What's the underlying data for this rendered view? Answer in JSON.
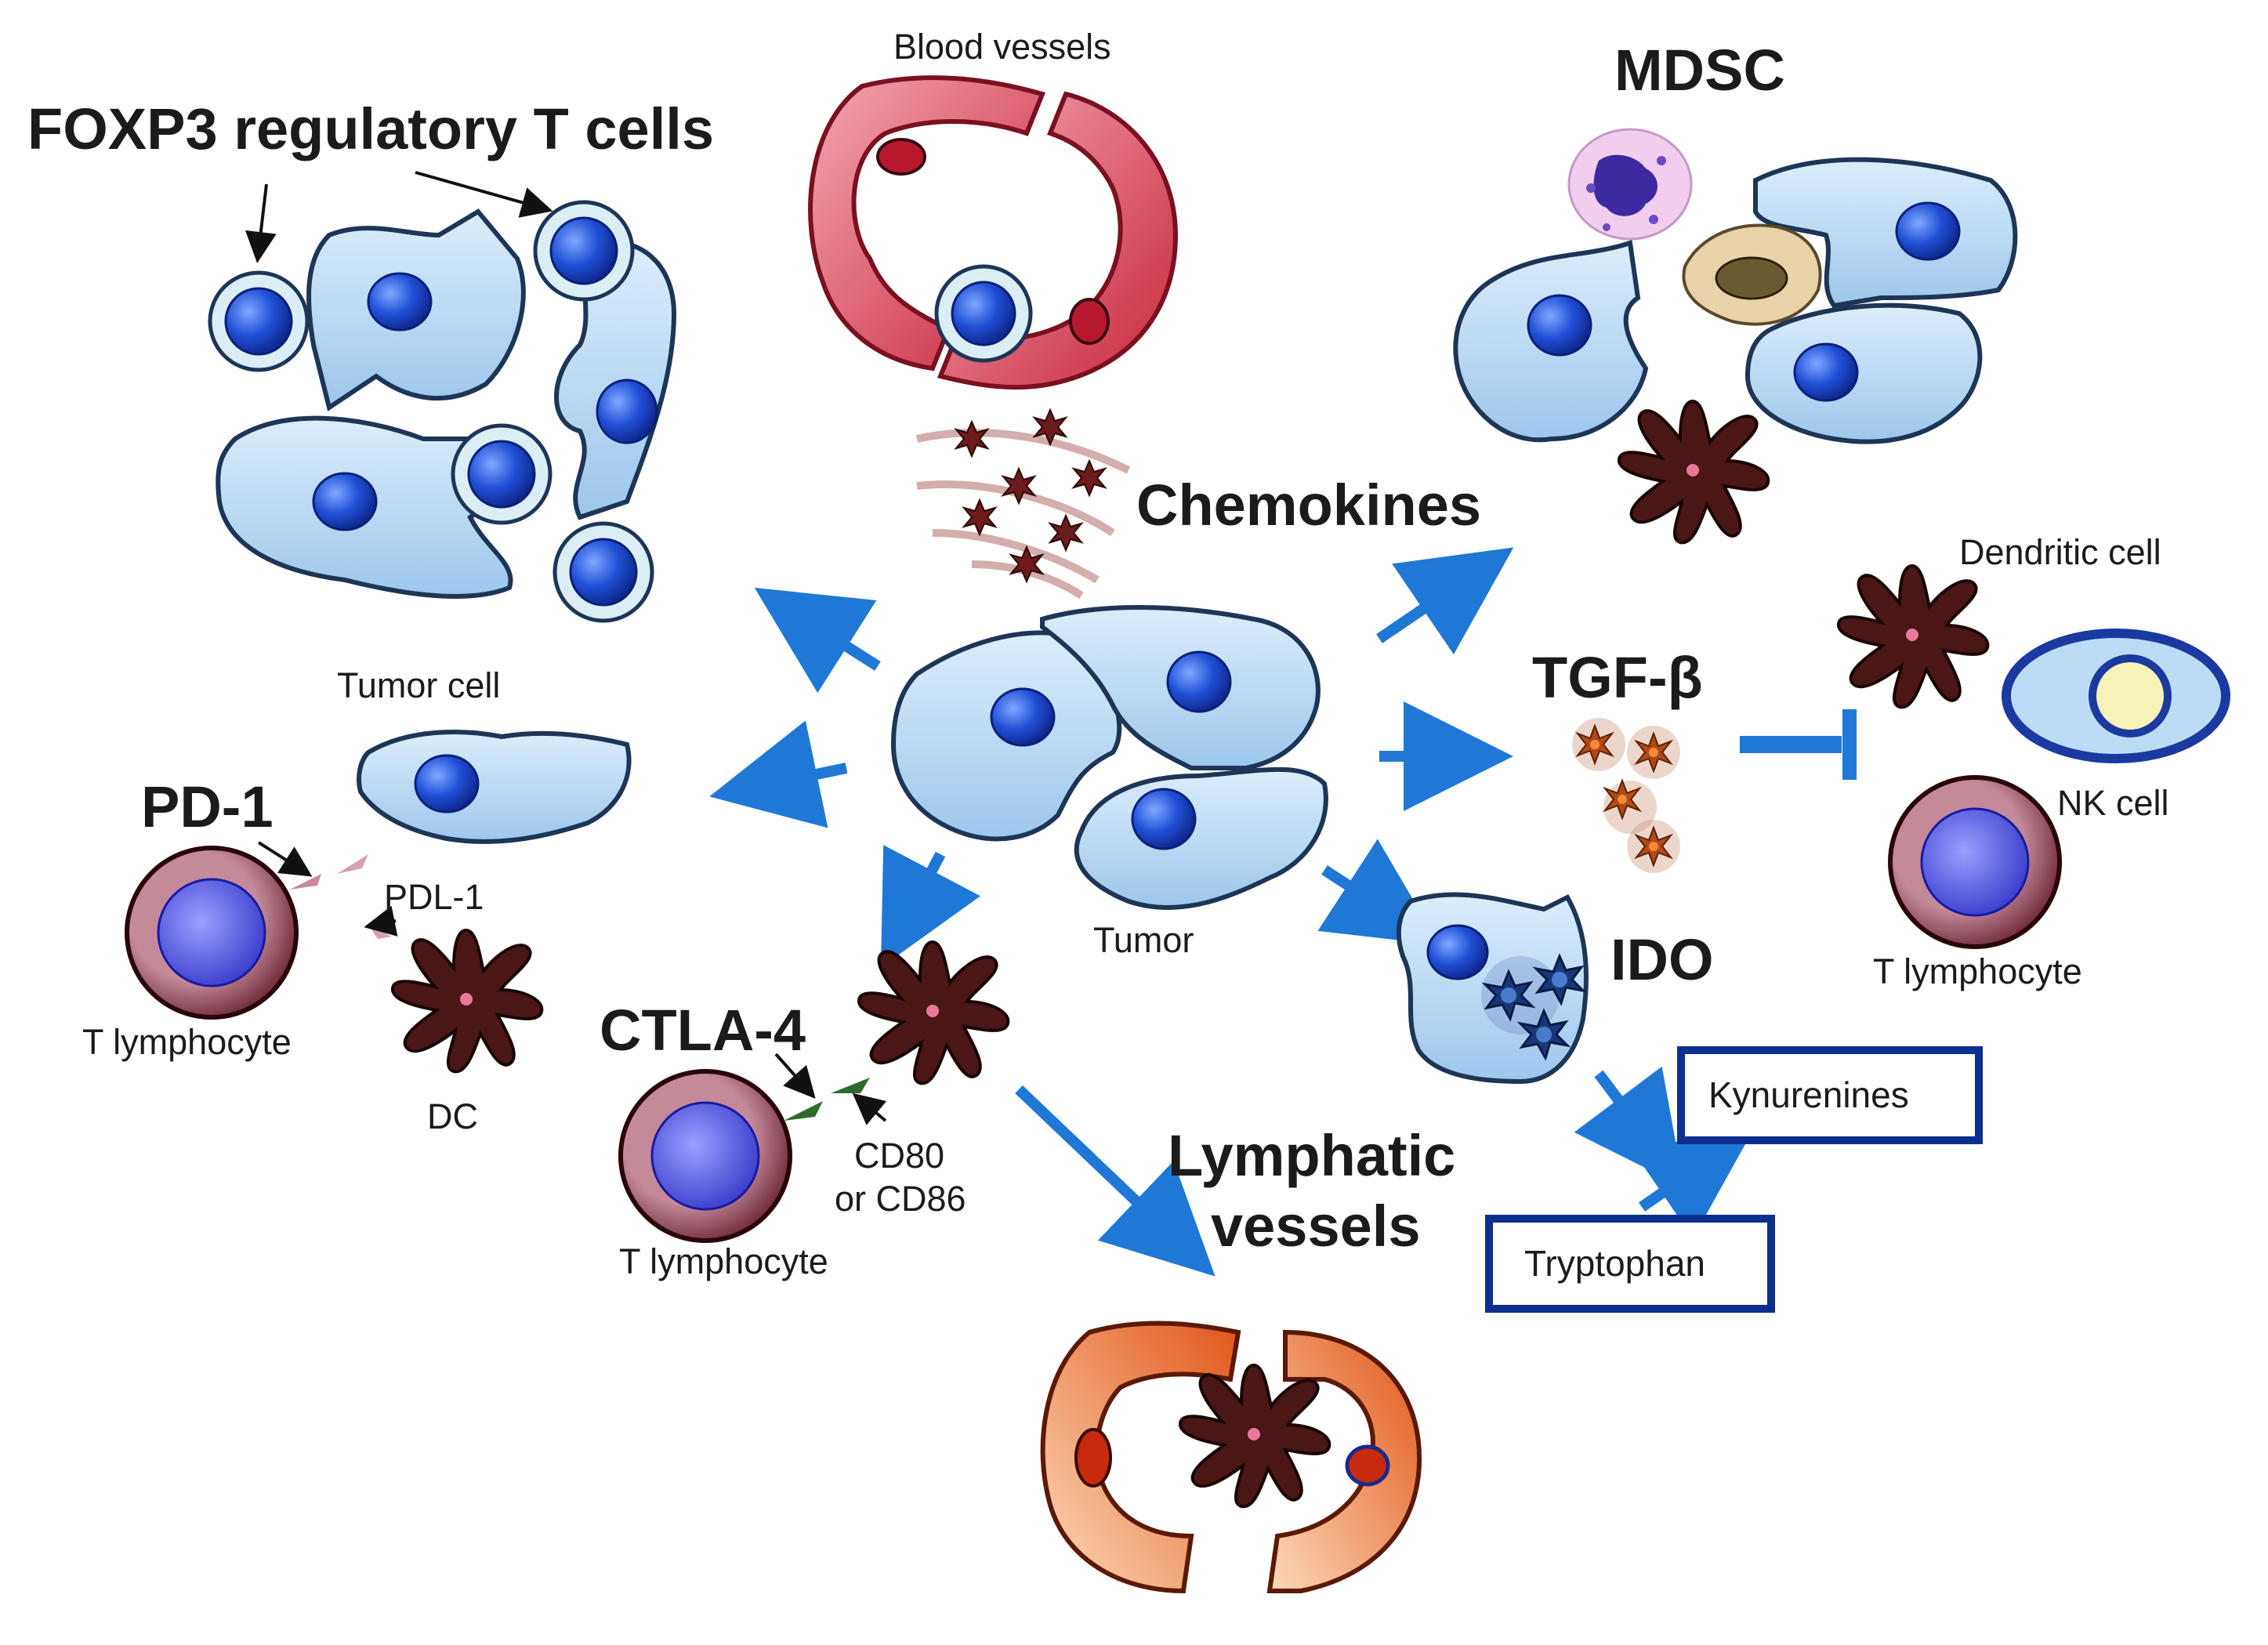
{
  "labels": {
    "foxp3": "FOXP3 regulatory T cells",
    "blood_vessels": "Blood vessels",
    "mdsc": "MDSC",
    "chemokines": "Chemokines",
    "dendritic_cell": "Dendritic cell",
    "tgf_beta": "TGF-β",
    "nk_cell": "NK cell",
    "tumor_cell": "Tumor cell",
    "pd1": "PD-1",
    "pdl1": "PDL-1",
    "t_lymphocyte_left": "T lymphocyte",
    "dc": "DC",
    "tumor": "Tumor",
    "ido": "IDO",
    "t_lymphocyte_right": "T lymphocyte",
    "ctla4": "CTLA-4",
    "cd80_line1": "CD80",
    "cd80_line2": "or CD86",
    "t_lymphocyte_bottom": "T lymphocyte",
    "lymphatic_line1": "Lymphatic",
    "lymphatic_line2": "vessels",
    "kynurenines": "Kynurenines",
    "tryptophan": "Tryptophan"
  },
  "colors": {
    "tumor_cell_fill": "#bcdcf5",
    "tumor_cell_stroke": "#1d3557",
    "nucleus": "#1f4fd6",
    "arrow": "#1f78d6",
    "treg_ring": "#dceef5",
    "dendritic": "#4a1616",
    "t_cell_outer": "#6e1f2a",
    "t_cell_inner": "#5355e8",
    "blood_vessel": "#d83a4e",
    "lymph_vessel": "#f06a1e",
    "box_border": "#0d2f8f"
  }
}
